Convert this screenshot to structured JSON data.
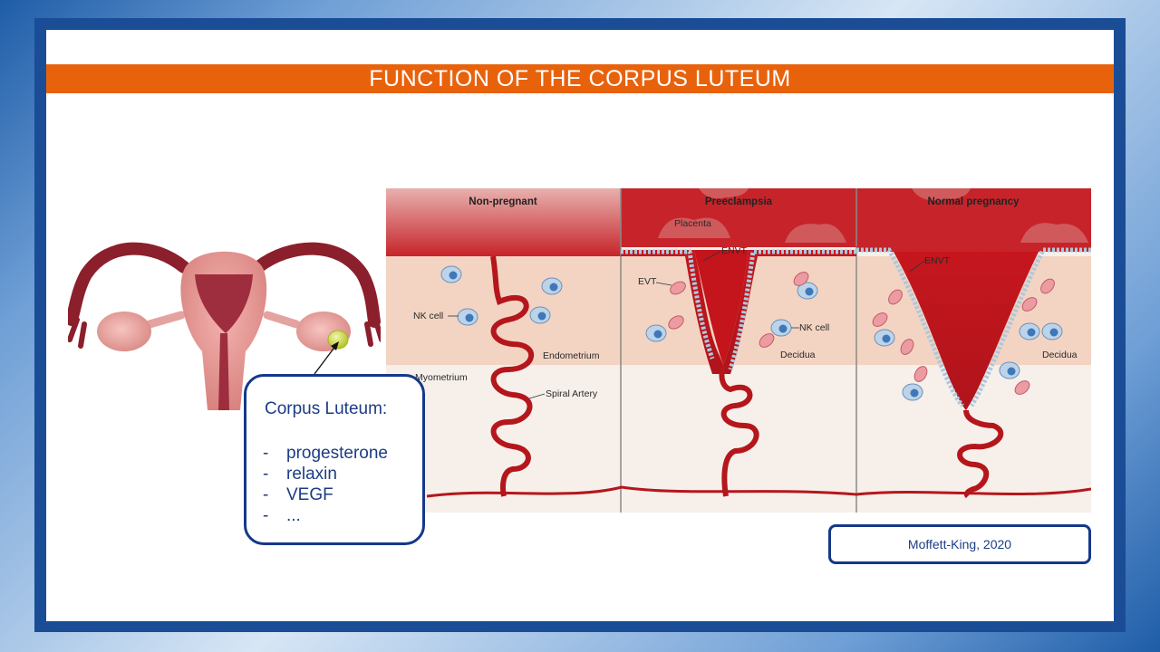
{
  "slide": {
    "title": "FUNCTION OF THE CORPUS LUTEUM"
  },
  "diagram": {
    "panels": [
      {
        "heading": "Non-pregnant",
        "labels": [
          "NK cell",
          "Endometrium",
          "Myometrium",
          "Spiral Artery"
        ]
      },
      {
        "heading": "Preeclampsia",
        "labels": [
          "Placenta",
          "ENVT",
          "EVT",
          "NK cell",
          "Decidua"
        ]
      },
      {
        "heading": "Normal pregnancy",
        "labels": [
          "ENVT",
          "Decidua"
        ]
      }
    ]
  },
  "corpus_luteum_box": {
    "title": "Corpus Luteum:",
    "items": [
      {
        "dash": "-",
        "text": "progesterone"
      },
      {
        "dash": "-",
        "text": "relaxin"
      },
      {
        "dash": "-",
        "text": "VEGF"
      },
      {
        "dash": "-",
        "text": "..."
      }
    ]
  },
  "reference": {
    "text": "Moffett-King, 2020"
  },
  "colors": {
    "title_bar": "#e8620c",
    "frame": "#1a4d96",
    "text_blue": "#1c3c86",
    "artery": "#b5161c"
  }
}
